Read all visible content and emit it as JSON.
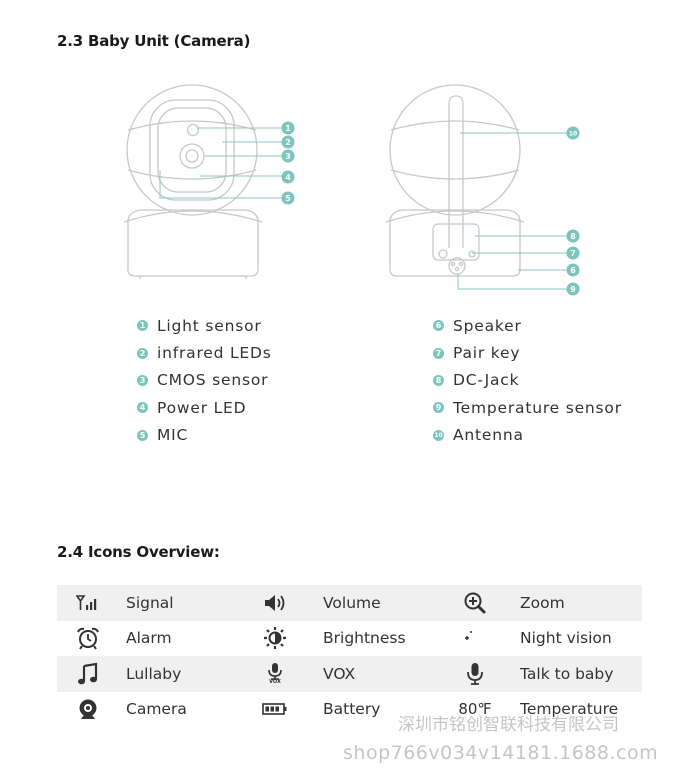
{
  "sections": {
    "baby_unit_title": "2.3 Baby Unit (Camera)",
    "icons_title": "2.4 Icons Overview:"
  },
  "callouts": [
    "1",
    "2",
    "3",
    "4",
    "5",
    "6",
    "7",
    "8",
    "9",
    "10"
  ],
  "legend_left": [
    {
      "num": "1",
      "label": "Light sensor"
    },
    {
      "num": "2",
      "label": "infrared LEDs"
    },
    {
      "num": "3",
      "label": "CMOS sensor"
    },
    {
      "num": "4",
      "label": "Power LED"
    },
    {
      "num": "5",
      "label": "MIC"
    }
  ],
  "legend_right": [
    {
      "num": "6",
      "label": "Speaker"
    },
    {
      "num": "7",
      "label": "Pair key"
    },
    {
      "num": "8",
      "label": "DC-Jack"
    },
    {
      "num": "9",
      "label": "Temperature sensor"
    },
    {
      "num": "10",
      "label": "Antenna"
    }
  ],
  "icons_table": [
    [
      {
        "icon": "signal-icon",
        "label": "Signal"
      },
      {
        "icon": "volume-icon",
        "label": "Volume"
      },
      {
        "icon": "zoom-icon",
        "label": "Zoom"
      }
    ],
    [
      {
        "icon": "alarm-icon",
        "label": "Alarm"
      },
      {
        "icon": "brightness-icon",
        "label": "Brightness"
      },
      {
        "icon": "night-vision-icon",
        "label": "Night vision"
      }
    ],
    [
      {
        "icon": "lullaby-icon",
        "label": "Lullaby"
      },
      {
        "icon": "vox-icon",
        "label": "VOX",
        "sub": "VOX"
      },
      {
        "icon": "talk-icon",
        "label": "Talk to baby"
      }
    ],
    [
      {
        "icon": "camera-icon",
        "label": "Camera"
      },
      {
        "icon": "battery-icon",
        "label": "Battery"
      },
      {
        "icon": "temperature-icon",
        "label": "Temperature",
        "sub": "80℉"
      }
    ]
  ],
  "watermark": {
    "line1": "深圳市铭创智联科技有限公司",
    "line2": "shop766v034v14181.1688.com"
  },
  "colors": {
    "accent": "#7cc4be",
    "line": "#8bc9c3",
    "outline": "#c8c8c8",
    "row_bg": "#f0f0f0"
  }
}
